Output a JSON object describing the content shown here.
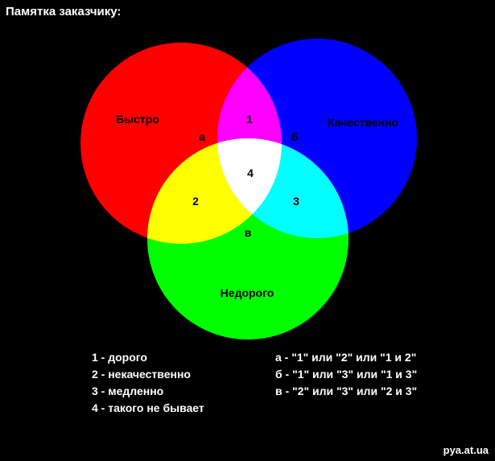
{
  "title": "Памятка заказчику:",
  "colors": {
    "background": "#000000",
    "fast_circle": "#ff0000",
    "quality_circle": "#0000ff",
    "cheap_circle": "#00ff00",
    "fast_quality_overlap": "#ff00ff",
    "fast_cheap_overlap": "#ffff00",
    "quality_cheap_overlap": "#00ffff",
    "center_overlap": "#ffffff"
  },
  "diagram": {
    "circles": {
      "fast": "Быстро",
      "quality": "Качественно",
      "cheap": "Недорого"
    },
    "regions": {
      "r1": "1",
      "r2": "2",
      "r3": "3",
      "r4": "4"
    },
    "boundaries": {
      "a": "а",
      "b": "б",
      "v": "в"
    }
  },
  "legend": {
    "left": [
      "1 - дорого",
      "2 - некачественно",
      "3 - медленно",
      "4 - такого не бывает"
    ],
    "right": [
      "а - \"1\" или \"2\" или \"1 и 2\"",
      "б - \"1\" или \"3\" или \"1 и 3\"",
      "в - \"2\" или \"3\" или \"2 и 3\""
    ]
  },
  "watermark": "pya.at.ua"
}
